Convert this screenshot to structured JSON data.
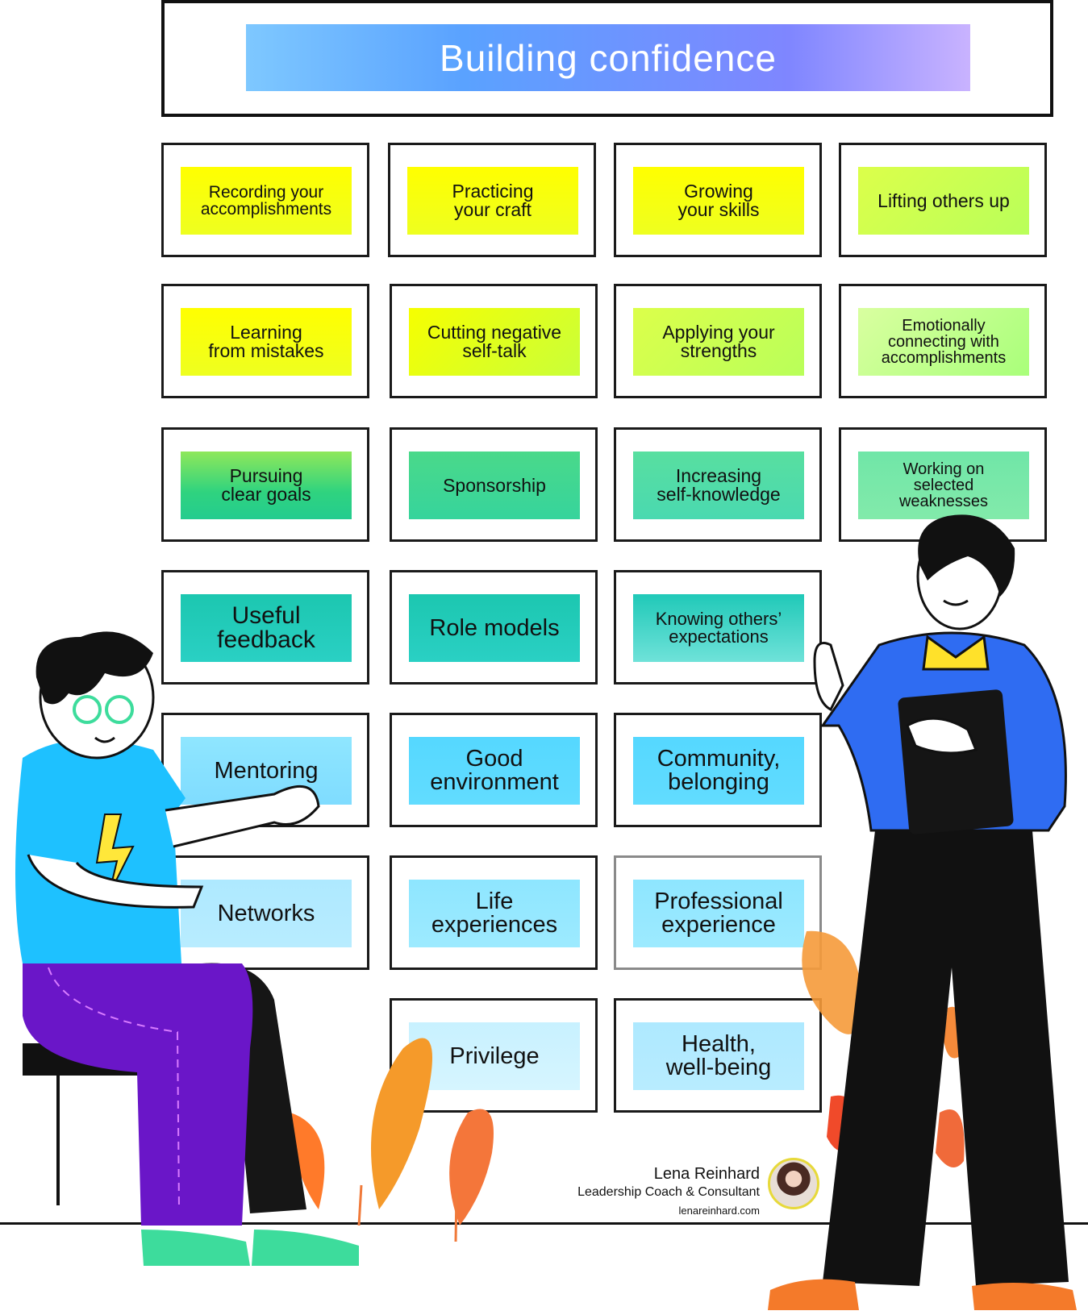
{
  "title": "Building confidence",
  "cards": [
    {
      "lines": [
        "Recording your",
        "accomplishments"
      ]
    },
    {
      "lines": [
        "Practicing",
        "your craft"
      ]
    },
    {
      "lines": [
        "Growing",
        "your skills"
      ]
    },
    {
      "lines": [
        "Lifting others up"
      ]
    },
    {
      "lines": [
        "Learning",
        "from mistakes"
      ]
    },
    {
      "lines": [
        "Cutting negative",
        "self-talk"
      ]
    },
    {
      "lines": [
        "Applying your",
        "strengths"
      ]
    },
    {
      "lines": [
        "Emotionally",
        "connecting with",
        "accomplishments"
      ]
    },
    {
      "lines": [
        "Pursuing",
        "clear goals"
      ]
    },
    {
      "lines": [
        "Sponsorship"
      ]
    },
    {
      "lines": [
        "Increasing",
        "self-knowledge"
      ]
    },
    {
      "lines": [
        "Working on",
        "selected",
        "weaknesses"
      ]
    },
    {
      "lines": [
        "Useful",
        "feedback"
      ]
    },
    {
      "lines": [
        "Role models"
      ]
    },
    {
      "lines": [
        "Knowing others’",
        "expectations"
      ]
    },
    {
      "lines": [
        "Mentoring"
      ]
    },
    {
      "lines": [
        "Good",
        "environment"
      ]
    },
    {
      "lines": [
        "Community,",
        "belonging"
      ]
    },
    {
      "lines": [
        "Networks"
      ]
    },
    {
      "lines": [
        "Life",
        "experiences"
      ]
    },
    {
      "lines": [
        "Professional",
        "experience"
      ]
    },
    {
      "lines": [
        "Privilege"
      ]
    },
    {
      "lines": [
        "Health,",
        "well-being"
      ]
    }
  ],
  "credit": {
    "name": "Lena Reinhard",
    "role": "Leadership Coach & Consultant",
    "site": "lenareinhard.com"
  }
}
